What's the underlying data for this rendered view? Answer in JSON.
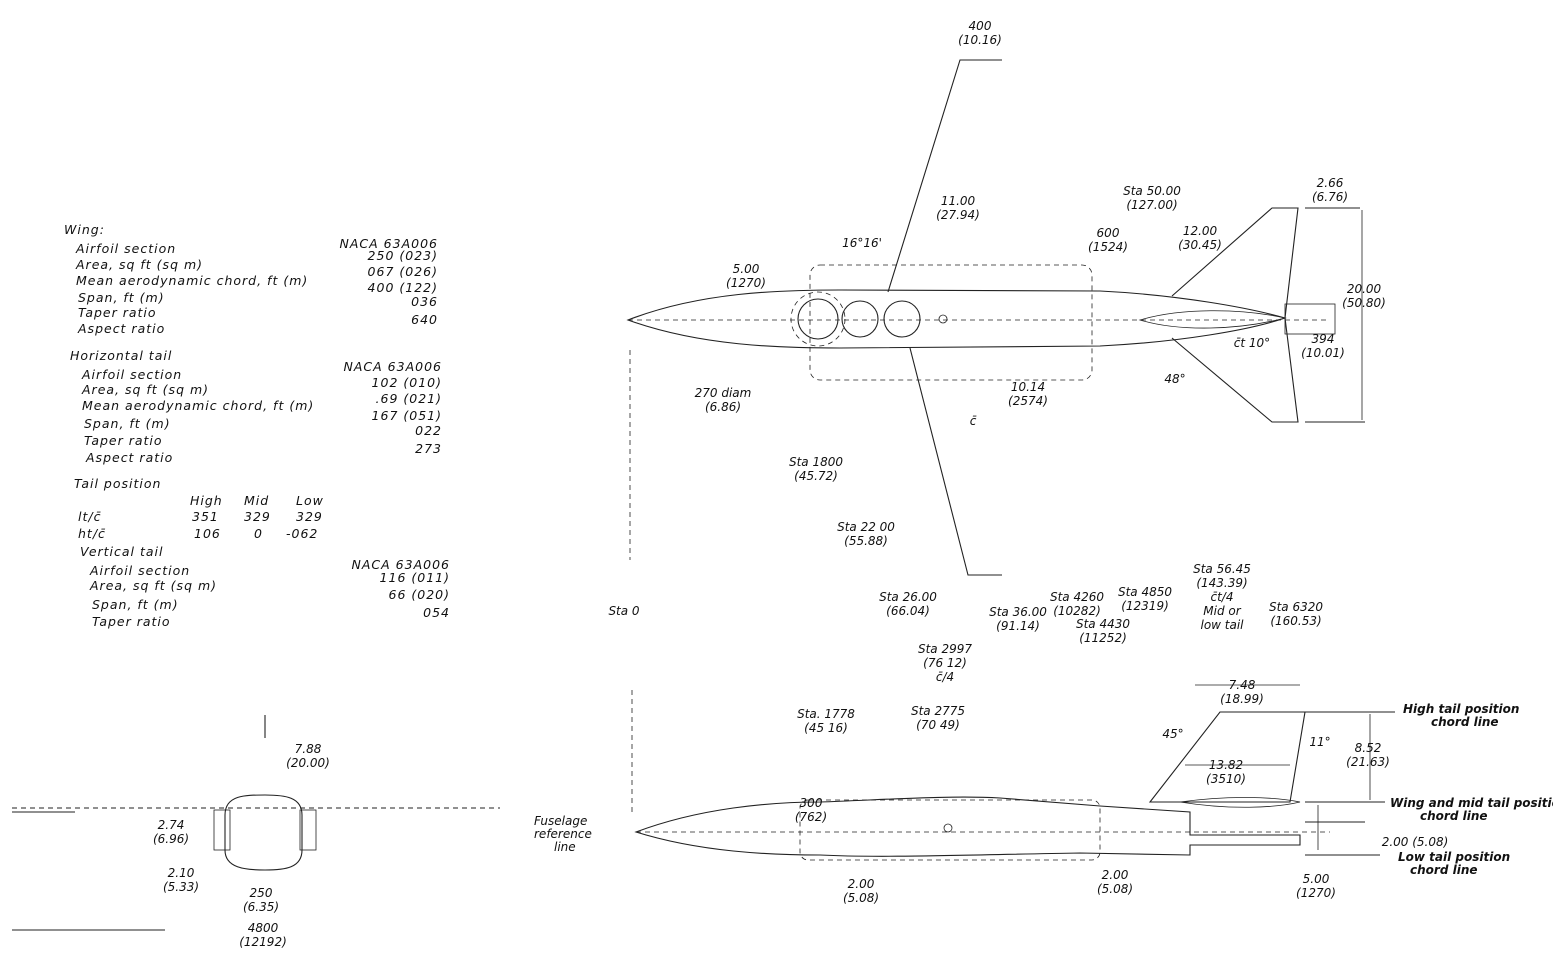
{
  "spec_table": {
    "wing": {
      "heading": "Wing:",
      "rows": [
        {
          "label": "Airfoil section",
          "value": "NACA 63A006"
        },
        {
          "label": "Area, sq ft (sq m)",
          "value": "250 (023)"
        },
        {
          "label": "Mean aerodynamic chord, ft (m)",
          "value": "067 (026)"
        },
        {
          "label": "Span, ft (m)",
          "value": "400 (122)"
        },
        {
          "label": "Taper ratio",
          "value": "036"
        },
        {
          "label": "Aspect ratio",
          "value": "640"
        }
      ]
    },
    "horizontal_tail": {
      "heading": "Horizontal tail",
      "rows": [
        {
          "label": "Airfoil section",
          "value": "NACA 63A006"
        },
        {
          "label": "Area, sq ft (sq m)",
          "value": "102 (010)"
        },
        {
          "label": "Mean aerodynamic chord, ft (m)",
          "value": ".69 (021)"
        },
        {
          "label": "Span, ft (m)",
          "value": "167 (051)"
        },
        {
          "label": "Taper ratio",
          "value": "022"
        },
        {
          "label": "Aspect ratio",
          "value": "273"
        }
      ]
    },
    "tail_position": {
      "heading": "Tail position",
      "columns": [
        "High",
        "Mid",
        "Low"
      ],
      "rows": [
        {
          "label": "lt/c̄",
          "values": [
            "351",
            "329",
            "329"
          ]
        },
        {
          "label": "ht/c̄",
          "values": [
            "106",
            "0",
            "-062"
          ]
        }
      ]
    },
    "vertical_tail": {
      "heading": "Vertical tail",
      "rows": [
        {
          "label": "Airfoil section",
          "value": "NACA 63A006"
        },
        {
          "label": "Area, sq ft (sq m)",
          "value": "116 (011)"
        },
        {
          "label": "Span, ft (m)",
          "value": "66 (020)"
        },
        {
          "label": "Taper ratio",
          "value": "054"
        }
      ]
    }
  },
  "plan_view": {
    "dims": [
      {
        "id": "wing-tip-chord",
        "a": "400",
        "b": "(10.16)"
      },
      {
        "id": "wing-root-offset",
        "a": "11.00",
        "b": "(27.94)"
      },
      {
        "id": "wing-sweep",
        "a": "16°16'",
        "b": ""
      },
      {
        "id": "nose-length",
        "a": "5.00",
        "b": "(1270)"
      },
      {
        "id": "tail-chord-600",
        "a": "600",
        "b": "(1524)"
      },
      {
        "id": "sta-50",
        "a": "Sta 50.00",
        "b": "(127.00)"
      },
      {
        "id": "tail-12",
        "a": "12.00",
        "b": "(30.45)"
      },
      {
        "id": "tail-tip-chord",
        "a": "2.66",
        "b": "(6.76)"
      },
      {
        "id": "tail-span",
        "a": "20.00",
        "b": "(50.80)"
      },
      {
        "id": "tail-ct-angle",
        "a": "c̄t 10°",
        "b": ""
      },
      {
        "id": "tail-394",
        "a": "394",
        "b": "(10.01)"
      },
      {
        "id": "tail-sweep",
        "a": "48°",
        "b": ""
      },
      {
        "id": "body-diam",
        "a": "270 diam",
        "b": "(6.86)"
      },
      {
        "id": "mac-1014",
        "a": "10.14",
        "b": "(2574)"
      },
      {
        "id": "mac-c",
        "a": "c̄",
        "b": ""
      },
      {
        "id": "sta-18",
        "a": "Sta 1800",
        "b": "(45.72)"
      },
      {
        "id": "sta-22",
        "a": "Sta 22 00",
        "b": "(55.88)"
      }
    ]
  },
  "stations": [
    {
      "id": "sta-0",
      "a": "Sta 0",
      "b": ""
    },
    {
      "id": "sta-26",
      "a": "Sta 26.00",
      "b": "(66.04)"
    },
    {
      "id": "sta-36",
      "a": "Sta 36.00",
      "b": "(91.14)"
    },
    {
      "id": "sta-4260",
      "a": "Sta 4260",
      "b": "(10282)"
    },
    {
      "id": "sta-4430",
      "a": "Sta 4430",
      "b": "(11252)"
    },
    {
      "id": "sta-4850",
      "a": "Sta 4850",
      "b": "(12319)"
    },
    {
      "id": "sta-5645",
      "a": "Sta 56.45",
      "b": "(143.39)",
      "c": "c̄t/4",
      "d": "Mid or",
      "e": "low tail"
    },
    {
      "id": "sta-6320",
      "a": "Sta 6320",
      "b": "(160.53)"
    },
    {
      "id": "sta-2997",
      "a": "Sta 2997",
      "b": "(76 12)",
      "c": "c̄/4"
    },
    {
      "id": "sta-1778",
      "a": "Sta. 1778",
      "b": "(45 16)"
    },
    {
      "id": "sta-2775",
      "a": "Sta 2775",
      "b": "(70 49)"
    }
  ],
  "side_view": {
    "dims": [
      {
        "id": "htail-748",
        "a": "7.48",
        "b": "(18.99)"
      },
      {
        "id": "htail-45",
        "a": "45°",
        "b": ""
      },
      {
        "id": "htail-11",
        "a": "11°",
        "b": ""
      },
      {
        "id": "htail-1382",
        "a": "13.82",
        "b": "(3510)"
      },
      {
        "id": "htail-852",
        "a": "8.52",
        "b": "(21.63)"
      },
      {
        "id": "htail-200",
        "a": "2.00 (5.08)",
        "b": ""
      },
      {
        "id": "htail-500",
        "a": "5.00",
        "b": "(1270)"
      },
      {
        "id": "side-300",
        "a": "300",
        "b": "(762)"
      },
      {
        "id": "side-200a",
        "a": "2.00",
        "b": "(5.08)"
      },
      {
        "id": "side-200b",
        "a": "2.00",
        "b": "(5.08)"
      }
    ],
    "labels": {
      "fuselage_ref": [
        "Fuselage",
        "reference",
        "line"
      ],
      "high_tail": [
        "High tail position",
        "chord line"
      ],
      "wing_mid": [
        "Wing and mid tail position",
        "chord line"
      ],
      "low_tail": [
        "Low tail position",
        "chord line"
      ]
    }
  },
  "front_view": {
    "dims": [
      {
        "id": "front-788",
        "a": "7.88",
        "b": "(20.00)"
      },
      {
        "id": "front-274",
        "a": "2.74",
        "b": "(6.96)"
      },
      {
        "id": "front-210",
        "a": "2.10",
        "b": "(5.33)"
      },
      {
        "id": "front-250",
        "a": "250",
        "b": "(6.35)"
      },
      {
        "id": "front-4800",
        "a": "4800",
        "b": "(12192)"
      }
    ]
  }
}
